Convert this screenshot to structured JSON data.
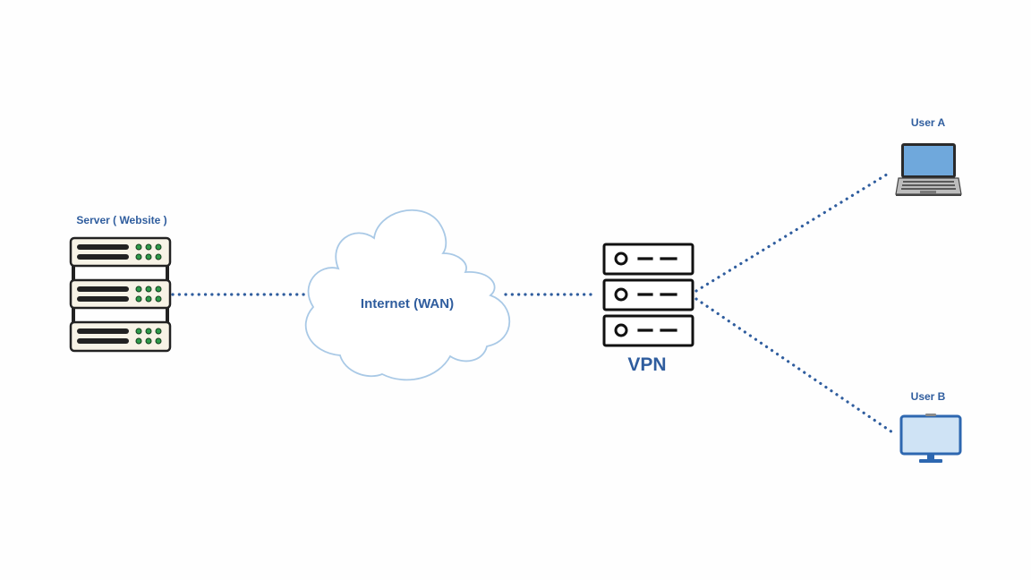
{
  "nodes": {
    "server": {
      "label": "Server ( Website )",
      "icon": "server-rack-icon"
    },
    "internet": {
      "label": "Internet (WAN)",
      "icon": "cloud-icon"
    },
    "vpn": {
      "label": "VPN",
      "icon": "vpn-server-icon"
    },
    "user_a": {
      "label": "User A",
      "icon": "laptop-icon"
    },
    "user_b": {
      "label": "User B",
      "icon": "monitor-icon"
    }
  },
  "connections": [
    {
      "from": "Server ( Website )",
      "to": "Internet (WAN)",
      "style": "dotted"
    },
    {
      "from": "Internet (WAN)",
      "to": "VPN",
      "style": "dotted"
    },
    {
      "from": "VPN",
      "to": "User A",
      "style": "dotted"
    },
    {
      "from": "VPN",
      "to": "User B",
      "style": "dotted"
    }
  ],
  "colors": {
    "label": "#2f5d9e",
    "link": "#2f5d9e",
    "cloud_stroke": "#a9c9e6",
    "server_fill": "#f7f3e6",
    "server_led": "#2e9a4a",
    "screen_fill": "#cfe3f5"
  }
}
